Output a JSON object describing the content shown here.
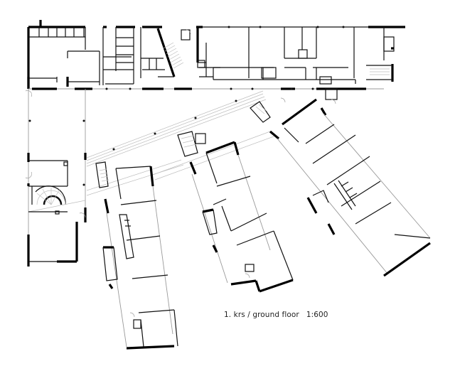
{
  "drawing": {
    "type": "architectural floor plan",
    "caption": {
      "floor_label": "1. krs / ground floor",
      "scale": "1:600"
    },
    "colors": {
      "background": "#ffffff",
      "wall": "#000000",
      "glazing": "#9a9a9a"
    },
    "wings": [
      {
        "id": "north-block"
      },
      {
        "id": "west-hall"
      },
      {
        "id": "wing-1"
      },
      {
        "id": "wing-2"
      },
      {
        "id": "wing-3"
      }
    ]
  }
}
